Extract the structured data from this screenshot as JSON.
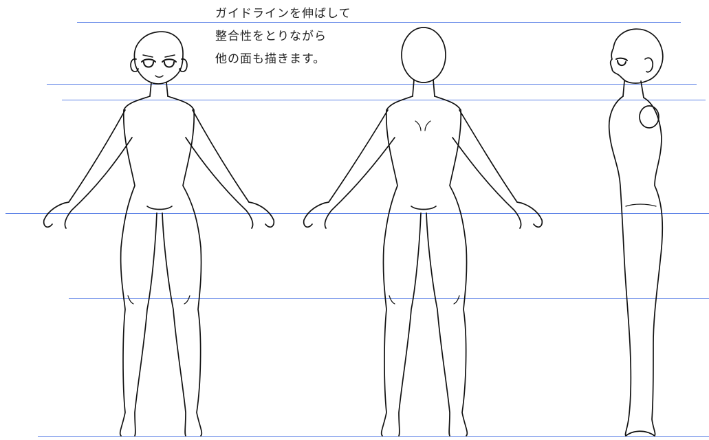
{
  "caption": {
    "lines": [
      "ガイドラインを伸ばして",
      "整合性をとりながら",
      "他の面も描きます。"
    ]
  },
  "colors": {
    "guide_line": "#5b80e6",
    "line_art": "#111111",
    "background": "#ffffff"
  },
  "figures": [
    {
      "view": "front"
    },
    {
      "view": "back"
    },
    {
      "view": "side"
    }
  ]
}
